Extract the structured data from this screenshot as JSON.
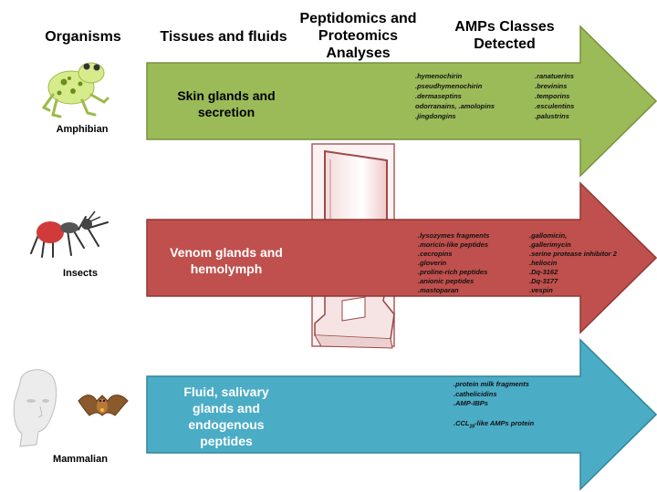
{
  "headers": {
    "organisms": "Organisms",
    "tissues": "Tissues and fluids",
    "peptidomics": "Peptidomics and\nProteomics\nAnalyses",
    "amps": "AMPs Classes\nDetected"
  },
  "colors": {
    "amphibian_arrow": "#9bbb59",
    "insect_arrow": "#c0504d",
    "mammal_arrow": "#4bacc6"
  },
  "rows": {
    "amphibian": {
      "organism": "Amphibian",
      "organism_icon": "frog-icon",
      "tissue": "Skin glands and\nsecretion",
      "amps_col1": [
        ".hymenochirin",
        ".pseudhymenochirin",
        ".dermaseptins",
        "odorranains, .amolopins",
        ".jingdongins"
      ],
      "amps_col2": [
        ".ranatuerins",
        ".brevinins",
        ".temporins",
        ".esculentins",
        ".palustrins"
      ]
    },
    "insects": {
      "organism": "Insects",
      "organism_icon": "ant-icon",
      "tissue": "Venom glands and\nhemolymph",
      "amps_col1": [
        ".lysozymes fragments",
        ".moricin-like peptides",
        ".cecropins",
        ".gloverin",
        ".proline-rich peptides",
        ".anionic peptides",
        ".mastoparan"
      ],
      "amps_col2": [
        ".gallomicin,",
        ".gallerimycin",
        ".serine protease inhibitor 2",
        ".heliocin",
        ".Dq-3162",
        ".Dq-3177",
        ".vespin"
      ]
    },
    "mammalian": {
      "organism": "Mammalian",
      "organism_icons": [
        "human-head-icon",
        "bat-icon"
      ],
      "tissue": "Fluid, salivary\nglands and\nendogenous\npeptides",
      "amps_col1": [
        ".protein milk fragments",
        ".cathelicidins",
        ".AMP-IBPs"
      ],
      "ccl_prefix": ".CCL",
      "ccl_sub": "28",
      "ccl_suffix": "-like AMPs protein"
    }
  },
  "instrument_icon": "mass-spectrometer-icon"
}
